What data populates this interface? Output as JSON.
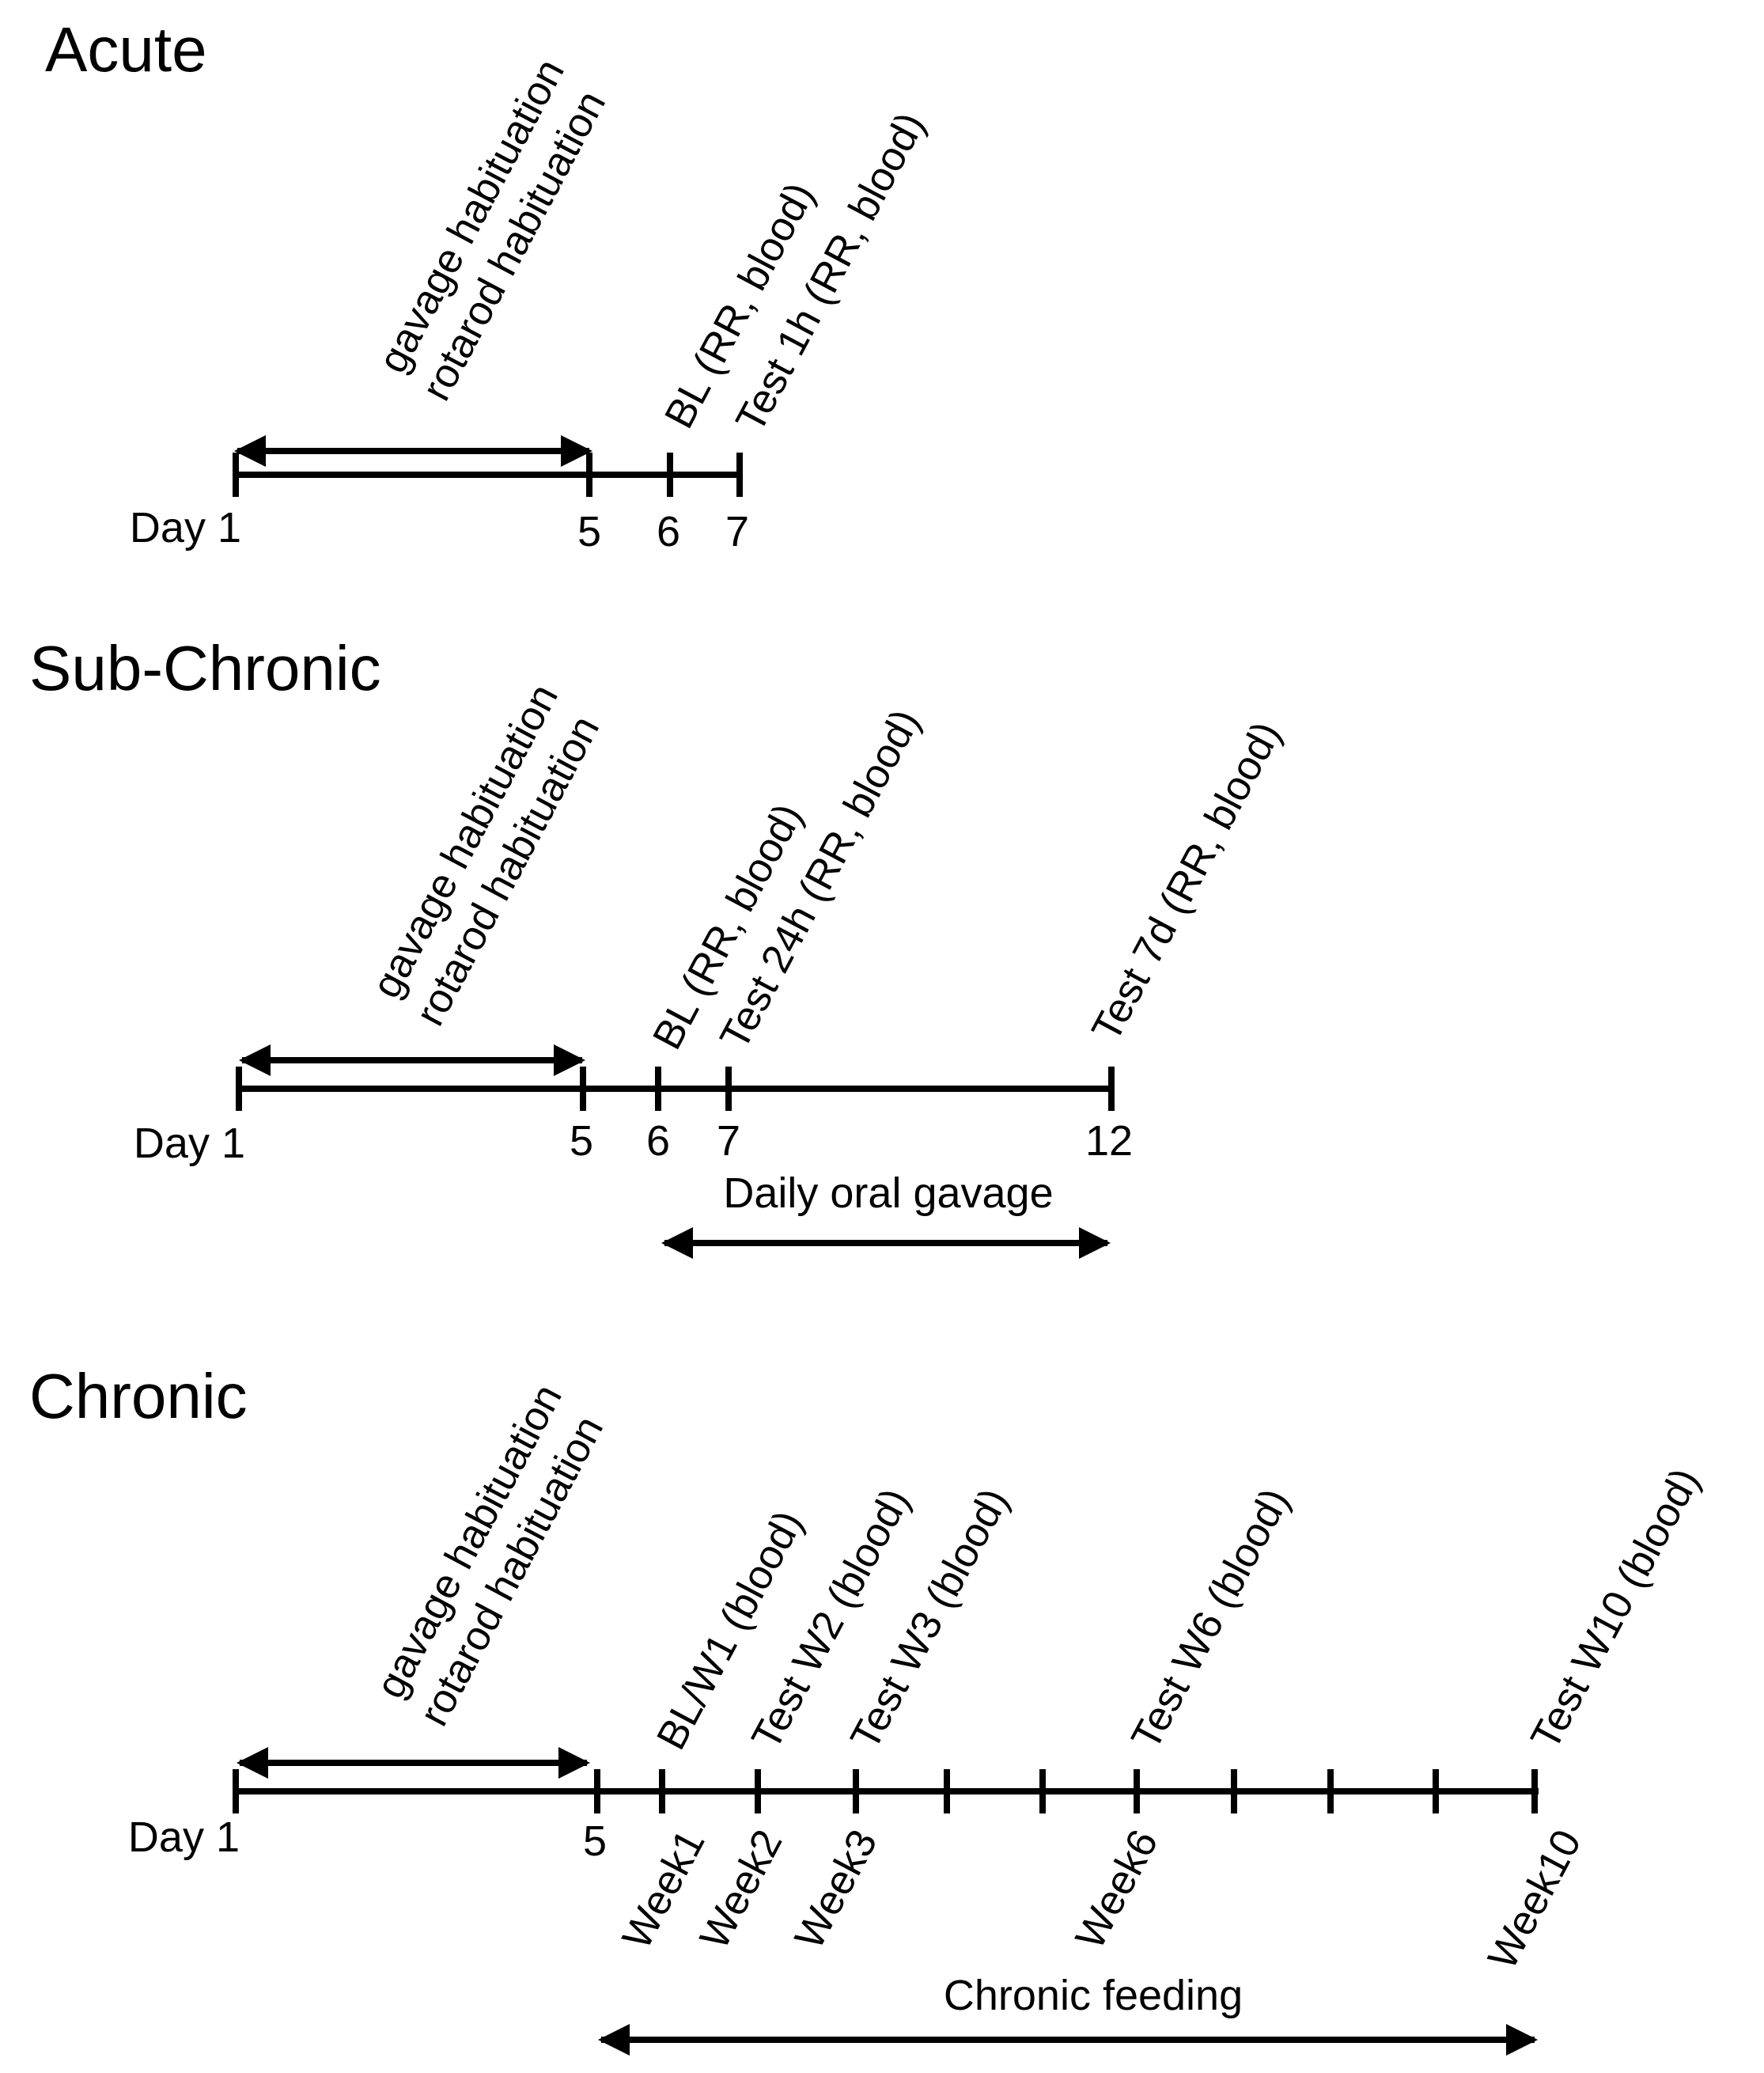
{
  "panels": {
    "acute": {
      "title": "Acute",
      "habituation": [
        "gavage habituation",
        "rotarod habituation"
      ],
      "events": [
        "BL (RR, blood)",
        "Test 1h (RR, blood)"
      ],
      "ticks": [
        "Day 1",
        "5",
        "6",
        "7"
      ]
    },
    "subchronic": {
      "title": "Sub-Chronic",
      "habituation": [
        "gavage habituation",
        "rotarod habituation"
      ],
      "events": [
        "BL (RR, blood)",
        "Test 24h (RR, blood)",
        "Test 7d (RR, blood)"
      ],
      "ticks": [
        "Day 1",
        "5",
        "6",
        "7",
        "12"
      ],
      "period": "Daily oral gavage"
    },
    "chronic": {
      "title": "Chronic",
      "habituation": [
        "gavage habituation",
        "rotarod habituation"
      ],
      "events": [
        "BL/W1 (blood)",
        "Test W2 (blood)",
        "Test W3 (blood)",
        "Test W6 (blood)",
        "Test W10 (blood)"
      ],
      "ticks": [
        "Day 1",
        "5"
      ],
      "weeks": [
        "Week1",
        "Week2",
        "Week3",
        "Week6",
        "Week10"
      ],
      "period": "Chronic feeding"
    }
  }
}
